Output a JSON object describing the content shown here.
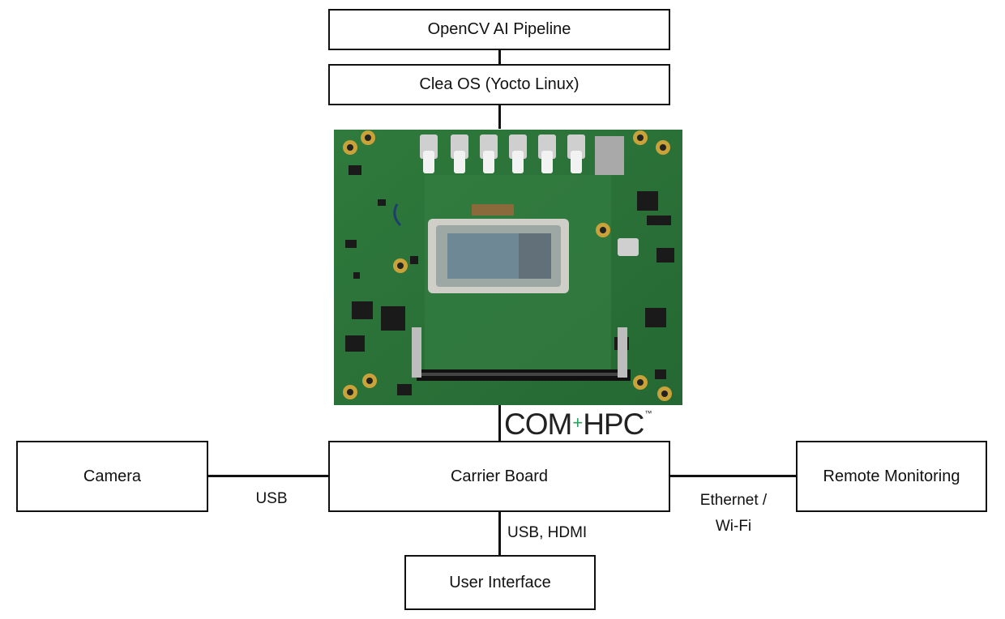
{
  "boxes": {
    "pipeline": "OpenCV AI Pipeline",
    "os": "Clea OS (Yocto Linux)",
    "carrier": "Carrier Board",
    "camera": "Camera",
    "remote": "Remote Monitoring",
    "ui": "User Interface"
  },
  "connections": {
    "camera_carrier": "USB",
    "carrier_remote_line1": "Ethernet /",
    "carrier_remote_line2": "Wi-Fi",
    "carrier_ui": "USB, HDMI"
  },
  "logo": {
    "left": "COM",
    "plus": "+",
    "right": "HPC",
    "tm": "™"
  },
  "colors": {
    "pcb": "#2f7a3c",
    "pcb_dark": "#235f2e",
    "logo_plus": "#2aa05a"
  }
}
